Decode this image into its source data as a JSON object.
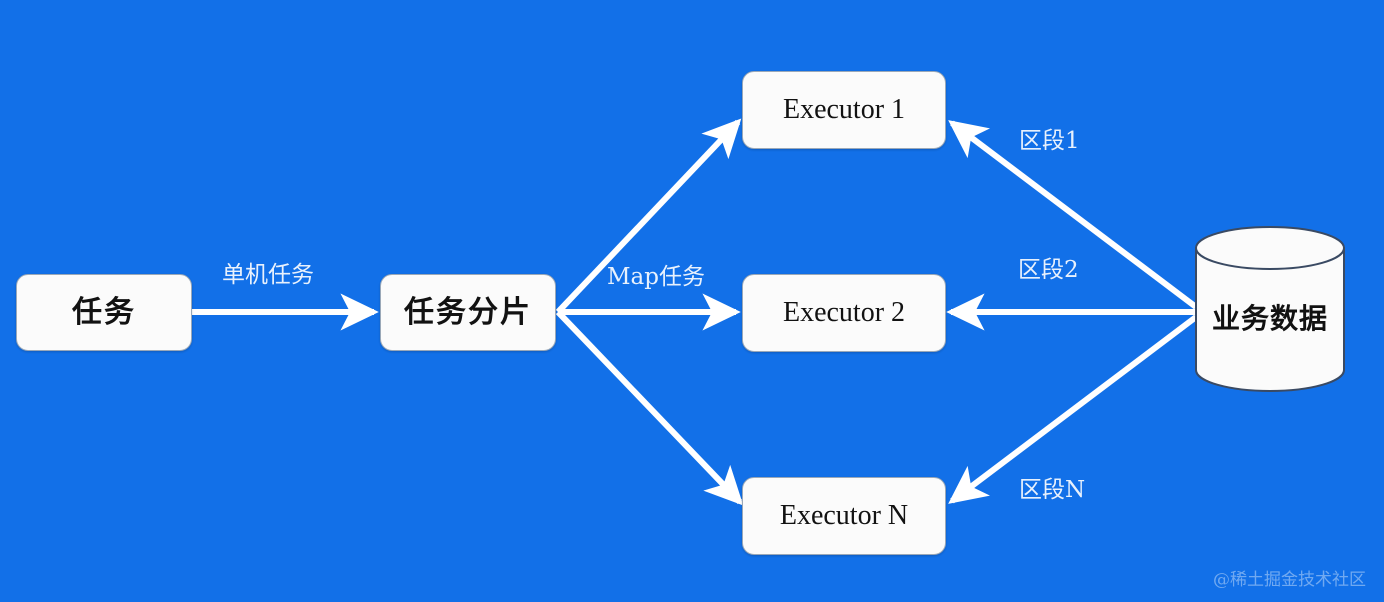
{
  "diagram": {
    "title": "Task sharding to executors reading business data",
    "background_color": "#1270e8",
    "node_fill": "#fbfbfb",
    "edge_color": "#ffffff",
    "label_color": "#e8f1fd",
    "nodes": [
      {
        "id": "task",
        "label": "任务",
        "script": "cjk"
      },
      {
        "id": "shard",
        "label": "任务分片",
        "script": "cjk"
      },
      {
        "id": "exec1",
        "label": "Executor 1",
        "script": "latin"
      },
      {
        "id": "exec2",
        "label": "Executor 2",
        "script": "latin"
      },
      {
        "id": "execn",
        "label": "Executor N",
        "script": "latin"
      },
      {
        "id": "database",
        "label": "业务数据",
        "script": "cjk",
        "shape": "cylinder"
      }
    ],
    "edges": [
      {
        "from": "task",
        "to": "shard",
        "label": "单机任务"
      },
      {
        "from": "shard",
        "to": "exec1",
        "label": "Map任务"
      },
      {
        "from": "shard",
        "to": "exec2",
        "label": ""
      },
      {
        "from": "shard",
        "to": "execn",
        "label": ""
      },
      {
        "from": "database",
        "to": "exec1",
        "label": "区段1"
      },
      {
        "from": "database",
        "to": "exec2",
        "label": "区段2"
      },
      {
        "from": "database",
        "to": "execn",
        "label": "区段N"
      }
    ]
  },
  "watermark": {
    "text": "@稀土掘金技术社区"
  }
}
